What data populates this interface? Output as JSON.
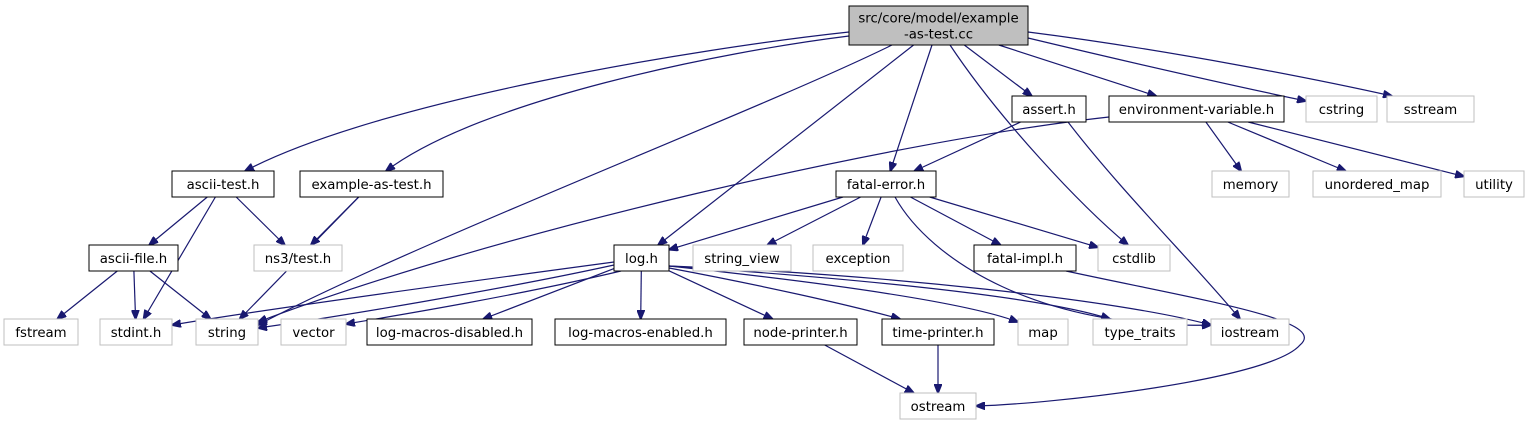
{
  "title": "src/core/model/example-as-test.cc",
  "colors": {
    "edge": "#191970",
    "root_fill": "#bfbfbf",
    "root_border": "#000000",
    "internal_border": "#000000",
    "external_border": "#bfbfbf"
  },
  "nodes": [
    {
      "id": "root",
      "lines": [
        "src/core/model/example",
        "-as-test.cc"
      ],
      "kind": "root"
    },
    {
      "id": "assert",
      "lines": [
        "assert.h"
      ],
      "kind": "internal"
    },
    {
      "id": "envvar",
      "lines": [
        "environment-variable.h"
      ],
      "kind": "internal"
    },
    {
      "id": "cstring",
      "lines": [
        "cstring"
      ],
      "kind": "external"
    },
    {
      "id": "sstream",
      "lines": [
        "sstream"
      ],
      "kind": "external"
    },
    {
      "id": "asciitest",
      "lines": [
        "ascii-test.h"
      ],
      "kind": "internal"
    },
    {
      "id": "exastest",
      "lines": [
        "example-as-test.h"
      ],
      "kind": "internal"
    },
    {
      "id": "fatalerror",
      "lines": [
        "fatal-error.h"
      ],
      "kind": "internal"
    },
    {
      "id": "memory",
      "lines": [
        "memory"
      ],
      "kind": "external"
    },
    {
      "id": "unordered_map",
      "lines": [
        "unordered_map"
      ],
      "kind": "external"
    },
    {
      "id": "utility",
      "lines": [
        "utility"
      ],
      "kind": "external"
    },
    {
      "id": "asciifile",
      "lines": [
        "ascii-file.h"
      ],
      "kind": "internal"
    },
    {
      "id": "ns3test",
      "lines": [
        "ns3/test.h"
      ],
      "kind": "external"
    },
    {
      "id": "log",
      "lines": [
        "log.h"
      ],
      "kind": "internal"
    },
    {
      "id": "string_view",
      "lines": [
        "string_view"
      ],
      "kind": "external"
    },
    {
      "id": "exception",
      "lines": [
        "exception"
      ],
      "kind": "external"
    },
    {
      "id": "fatalimpl",
      "lines": [
        "fatal-impl.h"
      ],
      "kind": "internal"
    },
    {
      "id": "cstdlib",
      "lines": [
        "cstdlib"
      ],
      "kind": "external"
    },
    {
      "id": "fstream",
      "lines": [
        "fstream"
      ],
      "kind": "external"
    },
    {
      "id": "stdint",
      "lines": [
        "stdint.h"
      ],
      "kind": "external"
    },
    {
      "id": "string",
      "lines": [
        "string"
      ],
      "kind": "external"
    },
    {
      "id": "vector",
      "lines": [
        "vector"
      ],
      "kind": "external"
    },
    {
      "id": "logmacrosdis",
      "lines": [
        "log-macros-disabled.h"
      ],
      "kind": "internal"
    },
    {
      "id": "logmacrosen",
      "lines": [
        "log-macros-enabled.h"
      ],
      "kind": "internal"
    },
    {
      "id": "nodeprinter",
      "lines": [
        "node-printer.h"
      ],
      "kind": "internal"
    },
    {
      "id": "timeprinter",
      "lines": [
        "time-printer.h"
      ],
      "kind": "internal"
    },
    {
      "id": "map",
      "lines": [
        "map"
      ],
      "kind": "external"
    },
    {
      "id": "type_traits",
      "lines": [
        "type_traits"
      ],
      "kind": "external"
    },
    {
      "id": "iostream",
      "lines": [
        "iostream"
      ],
      "kind": "external"
    },
    {
      "id": "ostream",
      "lines": [
        "ostream"
      ],
      "kind": "external"
    }
  ],
  "edges": [
    [
      "root",
      "asciitest"
    ],
    [
      "root",
      "exastest"
    ],
    [
      "root",
      "string"
    ],
    [
      "root",
      "log"
    ],
    [
      "root",
      "fatalerror"
    ],
    [
      "root",
      "cstdlib"
    ],
    [
      "root",
      "assert"
    ],
    [
      "root",
      "envvar"
    ],
    [
      "root",
      "cstring"
    ],
    [
      "root",
      "sstream"
    ],
    [
      "assert",
      "fatalerror"
    ],
    [
      "assert",
      "iostream"
    ],
    [
      "envvar",
      "string"
    ],
    [
      "envvar",
      "memory"
    ],
    [
      "envvar",
      "unordered_map"
    ],
    [
      "envvar",
      "utility"
    ],
    [
      "asciitest",
      "asciifile"
    ],
    [
      "asciitest",
      "ns3test"
    ],
    [
      "asciitest",
      "stdint"
    ],
    [
      "exastest",
      "ns3test"
    ],
    [
      "exastest",
      "string"
    ],
    [
      "asciifile",
      "fstream"
    ],
    [
      "asciifile",
      "stdint"
    ],
    [
      "asciifile",
      "string"
    ],
    [
      "fatalerror",
      "log"
    ],
    [
      "fatalerror",
      "string_view"
    ],
    [
      "fatalerror",
      "exception"
    ],
    [
      "fatalerror",
      "fatalimpl"
    ],
    [
      "fatalerror",
      "cstdlib"
    ],
    [
      "fatalerror",
      "iostream"
    ],
    [
      "fatalimpl",
      "ostream"
    ],
    [
      "log",
      "stdint"
    ],
    [
      "log",
      "string"
    ],
    [
      "log",
      "vector"
    ],
    [
      "log",
      "logmacrosdis"
    ],
    [
      "log",
      "logmacrosen"
    ],
    [
      "log",
      "nodeprinter"
    ],
    [
      "log",
      "timeprinter"
    ],
    [
      "log",
      "map"
    ],
    [
      "log",
      "type_traits"
    ],
    [
      "log",
      "iostream"
    ],
    [
      "nodeprinter",
      "ostream"
    ],
    [
      "timeprinter",
      "ostream"
    ]
  ]
}
